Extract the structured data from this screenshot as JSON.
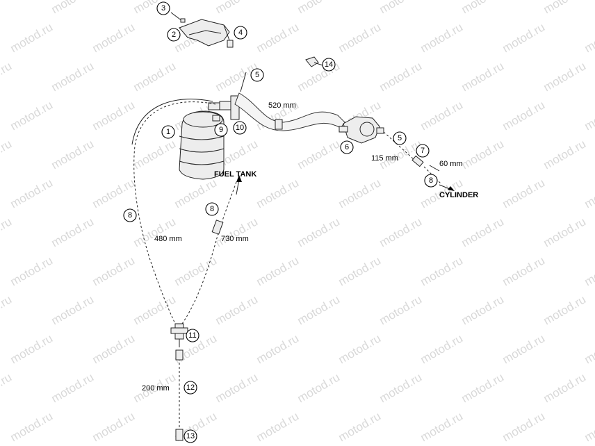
{
  "watermark": "motod.ru",
  "callouts": [
    {
      "id": "c3",
      "label": "3"
    },
    {
      "id": "c2",
      "label": "2"
    },
    {
      "id": "c4",
      "label": "4"
    },
    {
      "id": "c14",
      "label": "14"
    },
    {
      "id": "c5a",
      "label": "5"
    },
    {
      "id": "c1",
      "label": "1"
    },
    {
      "id": "c9",
      "label": "9"
    },
    {
      "id": "c10",
      "label": "10"
    },
    {
      "id": "c6",
      "label": "6"
    },
    {
      "id": "c5b",
      "label": "5"
    },
    {
      "id": "c7",
      "label": "7"
    },
    {
      "id": "c8a",
      "label": "8"
    },
    {
      "id": "c8b",
      "label": "8"
    },
    {
      "id": "c8c",
      "label": "8"
    },
    {
      "id": "c11",
      "label": "11"
    },
    {
      "id": "c12",
      "label": "12"
    },
    {
      "id": "c13",
      "label": "13"
    }
  ],
  "dimensions": {
    "d520": "520 mm",
    "d115": "115 mm",
    "d60": "60 mm",
    "d480": "480 mm",
    "d730": "730 mm",
    "d200": "200 mm"
  },
  "labels": {
    "fuel_tank": "FUEL TANK",
    "cylinder": "CYLINDER"
  }
}
